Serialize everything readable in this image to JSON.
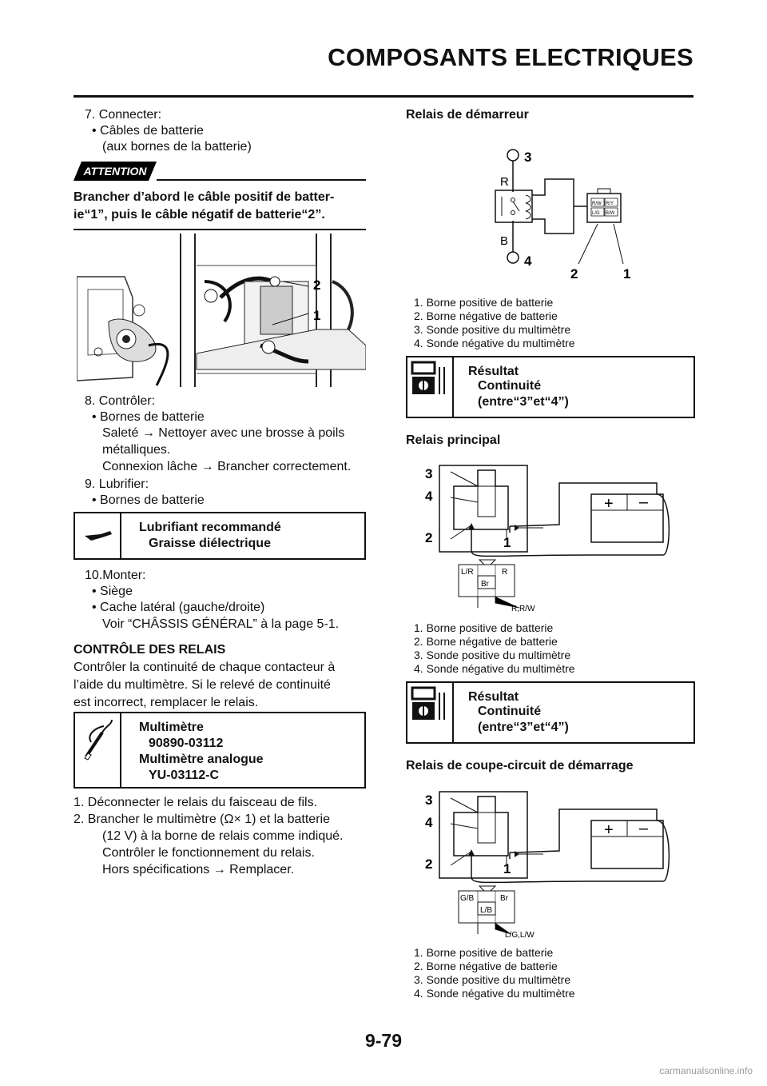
{
  "header": {
    "title": "COMPOSANTS ELECTRIQUES"
  },
  "left": {
    "step7": {
      "line1": "7.  Connecter:",
      "line2": "• Câbles de batterie",
      "line3": "(aux bornes de la batterie)"
    },
    "attention": {
      "badge": "ATTENTION",
      "line1": "Brancher d’abord le câble positif de batter-",
      "line2": "ie“1”, puis le câble négatif de batterie“2”."
    },
    "photo": {
      "label1": "1",
      "label2": "2"
    },
    "step8": {
      "line1": "8.  Contrôler:",
      "line2": "• Bornes de batterie",
      "line3": "Saleté → Nettoyer avec une brosse à poils",
      "line4": "métalliques.",
      "line5": "Connexion lâche → Brancher correctement."
    },
    "step9": {
      "line1": "9.  Lubrifier:",
      "line2": "• Bornes de batterie"
    },
    "lube_box": {
      "title": "Lubrifiant recommandé",
      "value": "Graisse diélectrique",
      "icon": "grease-gun-icon"
    },
    "step10": {
      "line1": "10.Monter:",
      "line2": "• Siège",
      "line3": "• Cache latéral (gauche/droite)",
      "line4": "Voir “CHÂSSIS GÉNÉRAL” à la page 5-1."
    },
    "section": {
      "title": "CONTRÔLE DES RELAIS",
      "p1": "Contrôler la continuité de chaque contacteur à",
      "p2": "l’aide du multimètre. Si le relevé de continuité",
      "p3": "est incorrect, remplacer le relais."
    },
    "tool_box": {
      "line1": "Multimètre",
      "line2": "90890-03112",
      "line3": "Multimètre analogue",
      "line4": "YU-03112-C",
      "icon": "multimeter-probe-icon"
    },
    "steps": {
      "s1": "1.  Déconnecter le relais du faisceau de fils.",
      "s2a": "2.  Brancher le multimètre (Ω× 1) et la batterie",
      "s2b": "(12 V) à la borne de relais comme indiqué.",
      "s2c": "Contrôler le fonctionnement du relais.",
      "s2d": "Hors spécifications → Remplacer."
    }
  },
  "right": {
    "starter": {
      "title": "Relais de démarreur",
      "labels": {
        "n3": "3",
        "n4": "4",
        "n2": "2",
        "n1": "1",
        "R": "R",
        "B": "B",
        "c1": "R/W",
        "c2": "R/Y",
        "c3": "L/G",
        "c4": "B/W"
      },
      "legend": [
        "1.  Borne positive de batterie",
        "2.  Borne négative de batterie",
        "3.  Sonde positive du multimètre",
        "4.  Sonde négative du multimètre"
      ],
      "result": {
        "title": "Résultat",
        "value": "Continuité",
        "detail": "(entre“3”et“4”)",
        "icon": "ohmmeter-icon"
      }
    },
    "main_relay": {
      "title": "Relais principal",
      "labels": {
        "n3": "3",
        "n4": "4",
        "n2": "2",
        "n1": "1",
        "plus": "+",
        "minus": "–",
        "c1": "L/R",
        "c2": "R",
        "c3": "Br",
        "c4": "R,R/W"
      },
      "legend": [
        "1.  Borne positive de batterie",
        "2.  Borne négative de batterie",
        "3.  Sonde positive du multimètre",
        "4.  Sonde négative du multimètre"
      ],
      "result": {
        "title": "Résultat",
        "value": "Continuité",
        "detail": "(entre“3”et“4”)",
        "icon": "ohmmeter-icon"
      }
    },
    "cutoff_relay": {
      "title": "Relais de coupe-circuit de démarrage",
      "labels": {
        "n3": "3",
        "n4": "4",
        "n2": "2",
        "n1": "1",
        "plus": "+",
        "minus": "–",
        "c1": "G/B",
        "c2": "Br",
        "c3": "L/B",
        "c4": "L/G,L/W"
      },
      "legend": [
        "1.  Borne positive de batterie",
        "2.  Borne négative de batterie",
        "3.  Sonde positive du multimètre",
        "4.  Sonde négative du multimètre"
      ]
    }
  },
  "footer": {
    "page": "9-79"
  },
  "watermark": "carmanualsonline.info"
}
